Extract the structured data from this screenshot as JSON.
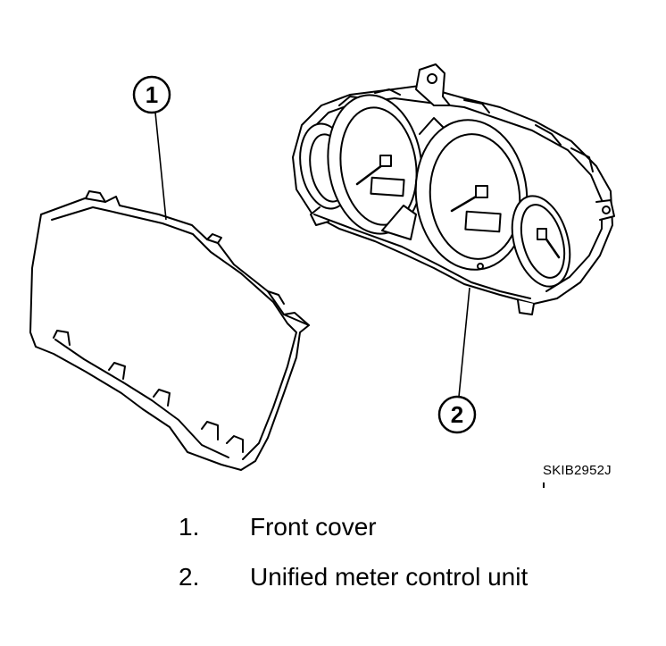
{
  "callouts": [
    {
      "label": "1"
    },
    {
      "label": "2"
    }
  ],
  "figure_code": "SKIB2952J",
  "legend": [
    {
      "number": "1.",
      "text": "Front cover"
    },
    {
      "number": "2.",
      "text": "Unified meter control unit"
    }
  ]
}
